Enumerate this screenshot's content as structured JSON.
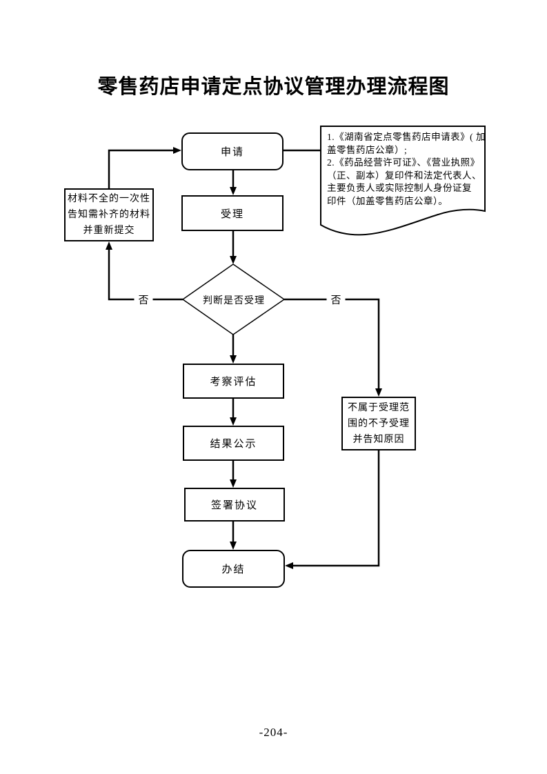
{
  "page": {
    "title": "零售药店申请定点协议管理办理流程图",
    "page_number": "-204-"
  },
  "colors": {
    "line": "#000000",
    "background": "#ffffff",
    "text": "#000000"
  },
  "nodes": {
    "apply": {
      "label": "申请"
    },
    "accept": {
      "label": "受理"
    },
    "decision": {
      "label": "判断是否受理"
    },
    "evaluate": {
      "label": "考察评估"
    },
    "publish": {
      "label": "结果公示"
    },
    "sign": {
      "label": "签署协议"
    },
    "complete": {
      "label": "办结"
    },
    "resubmit": {
      "lines": [
        "材料不全的一次性",
        "告知需补齐的材料",
        "并重新提交"
      ]
    },
    "reject": {
      "lines": [
        "不属于受理范",
        "围的不予受理",
        "并告知原因"
      ]
    },
    "materials_note": {
      "lines": [
        "1.《湖南省定点零售药店申请表》( 加",
        "盖零售药店公章）;",
        "2.《药品经营许可证》、《营业执照》",
        "（正、副本）复印件和法定代表人、",
        "主要负责人或实际控制人身份证复",
        "印件（加盖零售药店公章）。"
      ]
    }
  },
  "edges": {
    "no_left_label": "否",
    "no_right_label": "否"
  }
}
